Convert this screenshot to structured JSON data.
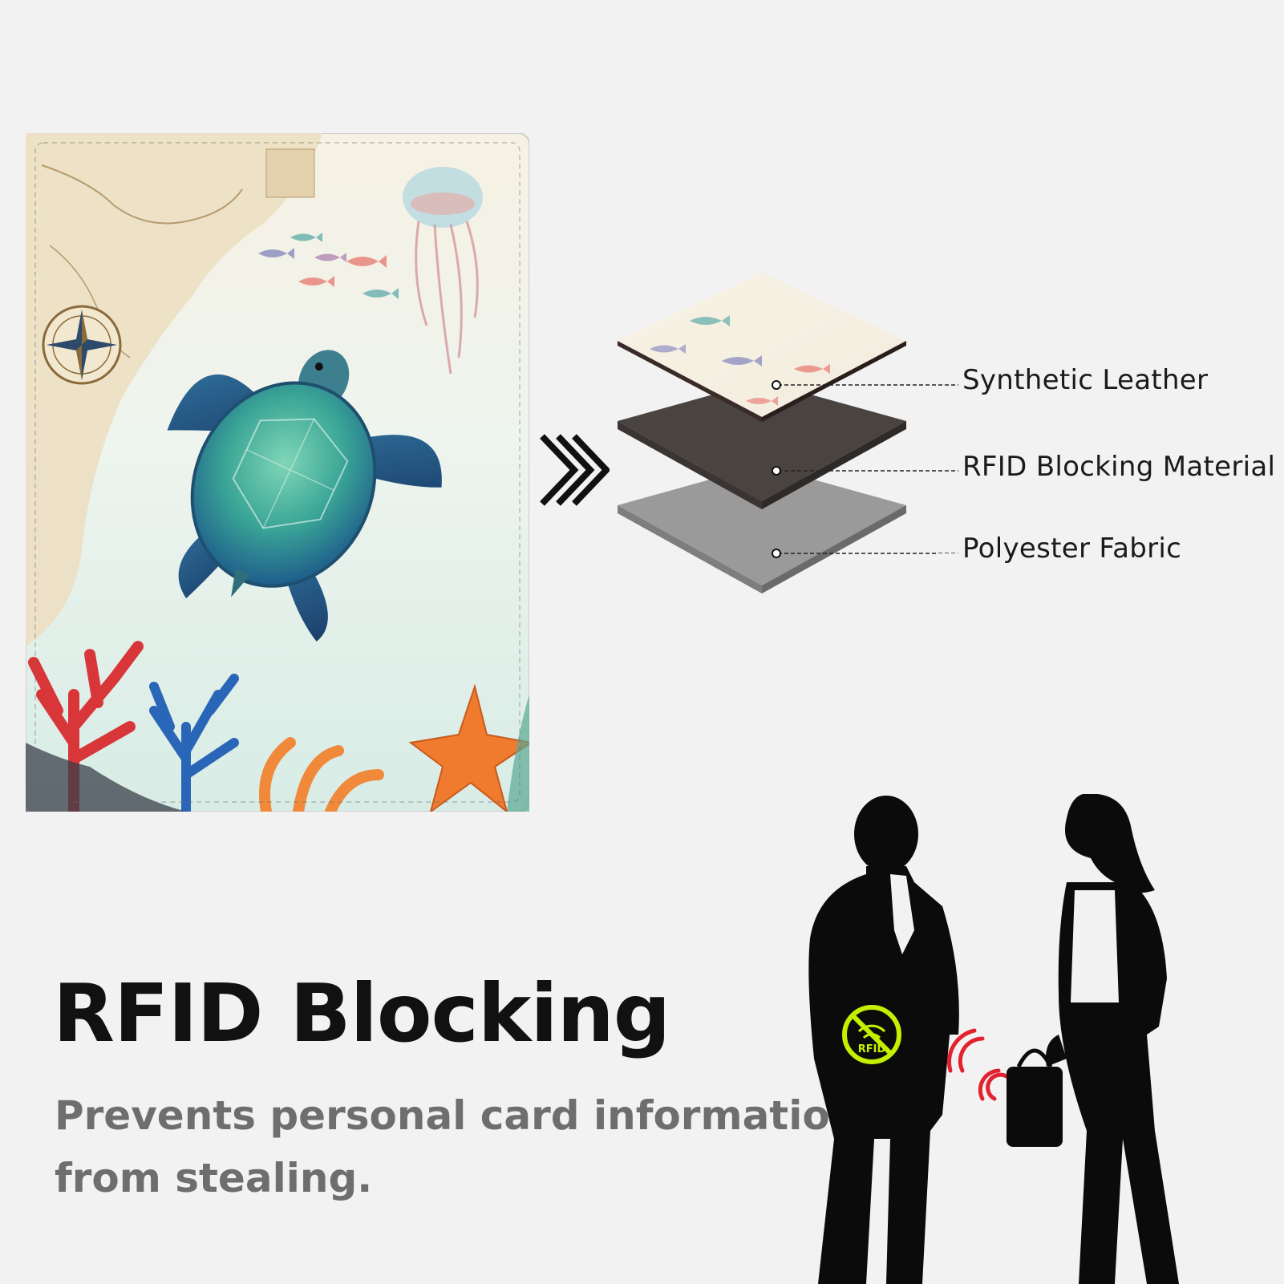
{
  "layers": {
    "synthetic_leather": "Synthetic Leather",
    "rfid_material": "RFID Blocking Material",
    "polyester": "Polyester Fabric"
  },
  "feature": {
    "title": "RFID Blocking",
    "subtitle_line1": "Prevents personal card information",
    "subtitle_line2": "from stealing."
  },
  "badge": {
    "label": "RFID"
  },
  "icons": [
    "double-chevron-right-icon",
    "rfid-blocked-icon",
    "signal-waves-icon"
  ],
  "colors": {
    "background": "#f2f2f2",
    "headline": "#111111",
    "subtitle": "#6e6e6e",
    "rfid_layer": "#4a4441",
    "polyester_layer": "#9a9a9a",
    "badge_green": "#c4f000",
    "signal_red": "#e2222e"
  }
}
